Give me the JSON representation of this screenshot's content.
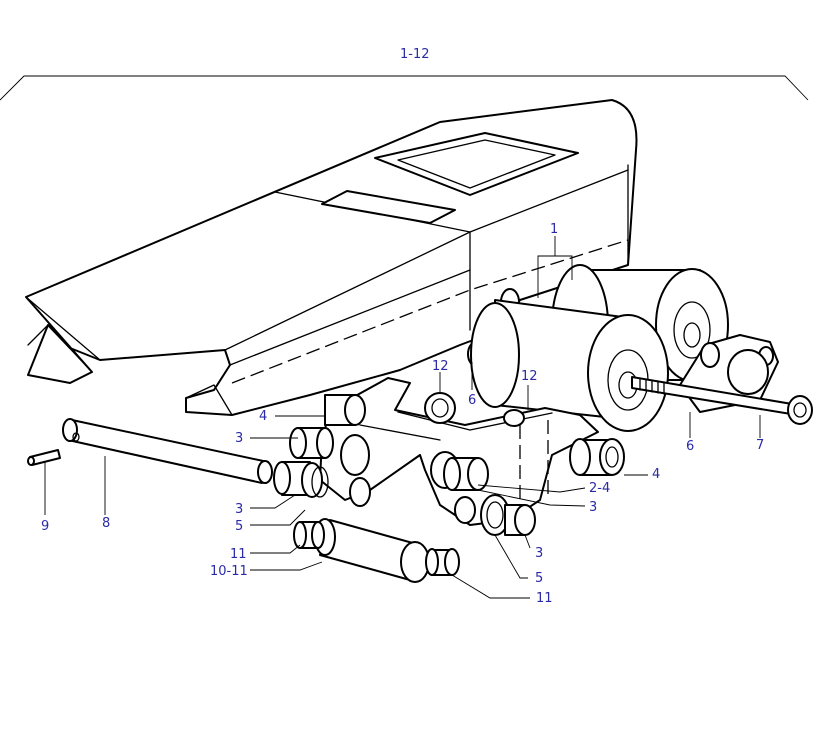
{
  "labels": {
    "assembly": "1-12",
    "roller_pair": "1",
    "bushing_4_left": "4",
    "bushing_3_top": "3",
    "bushing_3_mid": "3",
    "washer_5_left": "5",
    "ring_11_left": "11",
    "sleeve_10_11": "10-11",
    "pin_9": "9",
    "axle_8": "8",
    "ring_12_left": "12",
    "plate_6_left": "6",
    "ring_12_right": "12",
    "bracket_6_right": "6",
    "bolt_7": "7",
    "bushing_4_right": "4",
    "yoke_2_4": "2-4",
    "bushing_3_right_top": "3",
    "bushing_3_right_low": "3",
    "washer_5_right": "5",
    "ring_11_right": "11"
  },
  "colors": {
    "label": "#2a2aa8",
    "line": "#000000",
    "background": "#ffffff"
  }
}
